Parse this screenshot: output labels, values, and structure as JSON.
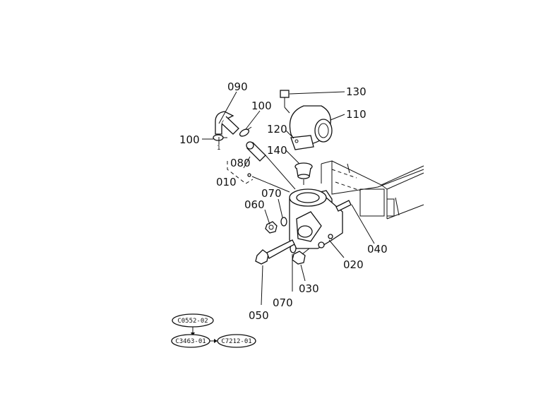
{
  "callouts": {
    "p010": "010",
    "p020": "020",
    "p030": "030",
    "p040": "040",
    "p050": "050",
    "p060": "060",
    "p070a": "070",
    "p070b": "070",
    "p080": "080",
    "p090": "090",
    "p100a": "100",
    "p100b": "100",
    "p110": "110",
    "p120": "120",
    "p130": "130",
    "p140": "140",
    "marker_1": "1"
  },
  "references": {
    "top": "C0552-02",
    "bottom_left": "C3463-01",
    "bottom_right": "C7212-01"
  }
}
